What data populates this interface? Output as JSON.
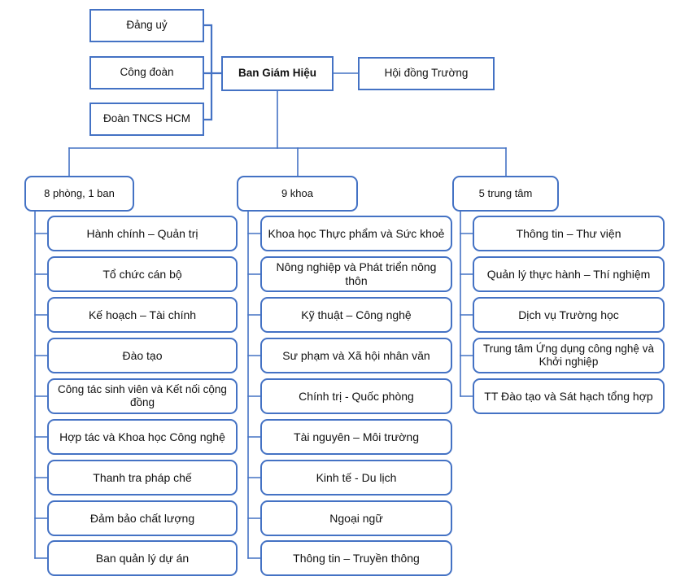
{
  "diagram": {
    "type": "organizational-chart",
    "title": "So do to chuc",
    "accent_color": "#4472C4",
    "box_fill": "#FFFFFF",
    "text_color": "#111111"
  },
  "top": {
    "leader": {
      "label": "Ban Giám Hiệu"
    },
    "council": {
      "label": "Hội đồng Trường"
    },
    "aux": [
      {
        "label": "Đảng uỷ"
      },
      {
        "label": "Công đoàn"
      },
      {
        "label": "Đoàn TNCS HCM"
      }
    ]
  },
  "columns": [
    {
      "header": {
        "label": "8 phòng, 1 ban"
      },
      "items": [
        {
          "label": "Hành chính – Quản trị"
        },
        {
          "label": "Tổ chức cán bộ"
        },
        {
          "label": "Kế hoạch – Tài chính"
        },
        {
          "label": "Đào tạo"
        },
        {
          "label": "Công tác sinh viên và Kết nối cộng đồng"
        },
        {
          "label": "Hợp tác và Khoa học Công nghệ"
        },
        {
          "label": "Thanh tra pháp chế"
        },
        {
          "label": "Đảm bảo chất lượng"
        },
        {
          "label": "Ban quản lý dự án"
        }
      ]
    },
    {
      "header": {
        "label": "9 khoa"
      },
      "items": [
        {
          "label": "Khoa học Thực phẩm và Sức khoẻ"
        },
        {
          "label": "Nông nghiệp và Phát triển nông thôn"
        },
        {
          "label": "Kỹ thuật – Công nghệ"
        },
        {
          "label": "Sư phạm và Xã hội nhân văn"
        },
        {
          "label": "Chính trị - Quốc phòng"
        },
        {
          "label": "Tài nguyên – Môi trường"
        },
        {
          "label": "Kinh tế - Du lịch"
        },
        {
          "label": "Ngoại ngữ"
        },
        {
          "label": "Thông tin – Truyền thông"
        }
      ]
    },
    {
      "header": {
        "label": "5 trung tâm"
      },
      "items": [
        {
          "label": "Thông tin – Thư viện"
        },
        {
          "label": "Quản lý thực hành – Thí nghiệm"
        },
        {
          "label": "Dịch vụ Trường học"
        },
        {
          "label": "Trung tâm Ứng dụng công nghệ và Khởi nghiệp"
        },
        {
          "label": "TT Đào tạo và Sát hạch tổng hợp"
        }
      ]
    }
  ]
}
